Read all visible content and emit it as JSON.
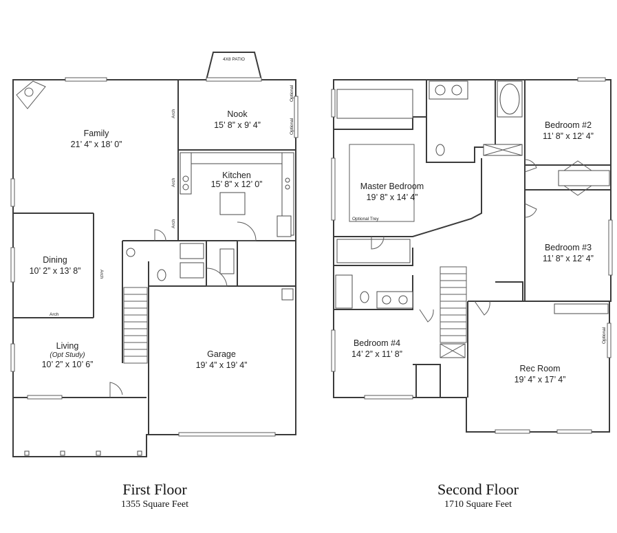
{
  "first_floor": {
    "title": "First Floor",
    "area": "1355 Square Feet",
    "rooms": {
      "family": {
        "name": "Family",
        "dims": "21’ 4” x 18’ 0”"
      },
      "nook": {
        "name": "Nook",
        "dims": "15’ 8” x 9’ 4”"
      },
      "kitchen": {
        "name": "Kitchen",
        "dims": "15’ 8” x 12’ 0”"
      },
      "dining": {
        "name": "Dining",
        "dims": "10’ 2” x 13’ 8”"
      },
      "living": {
        "name": "Living",
        "note": "(Opt Study)",
        "dims": "10’ 2” x 10’ 6”"
      },
      "garage": {
        "name": "Garage",
        "dims": "19’ 4” x 19’ 4”"
      }
    },
    "tags": {
      "patio": "4X8 PATIO",
      "optional_1": "Optional",
      "optional_2": "Optional",
      "arch_nook": "Arch",
      "arch_kitchen": "Arch",
      "arch_kitchen_2": "Arch",
      "arch_dining": "Arch",
      "arch_dining_bottom": "Arch"
    }
  },
  "second_floor": {
    "title": "Second Floor",
    "area": "1710 Square Feet",
    "rooms": {
      "master": {
        "name": "Master Bedroom",
        "dims": "19’ 8” x 14’ 4”"
      },
      "bedroom2": {
        "name": "Bedroom #2",
        "dims": "11’ 8” x 12’ 4”"
      },
      "bedroom3": {
        "name": "Bedroom #3",
        "dims": "11’ 8” x 12’ 4”"
      },
      "bedroom4": {
        "name": "Bedroom #4",
        "dims": "14’ 2” x 11’ 8”"
      },
      "rec": {
        "name": "Rec Room",
        "dims": "19’ 4” x 17’ 4”"
      }
    },
    "tags": {
      "optional_trey": "Optional Trey",
      "optional_rec": "Optional"
    }
  }
}
